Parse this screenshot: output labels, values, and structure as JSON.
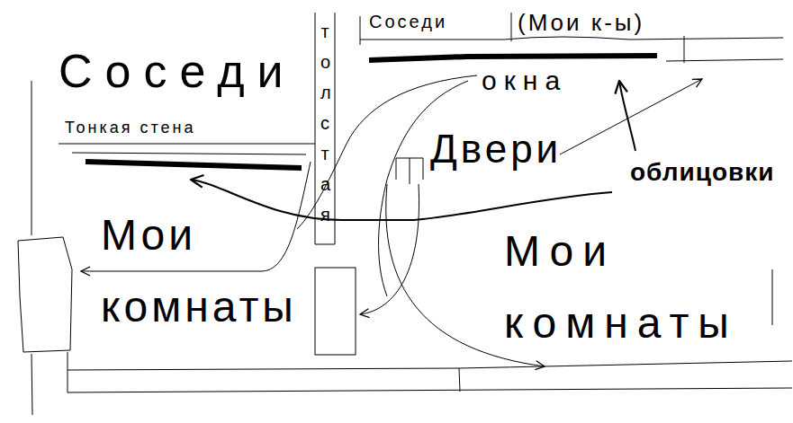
{
  "diagram": {
    "labels": [
      "Соседи",
      "Тонкая стена",
      "толстая",
      "Соседи",
      "(Мои к-ы)",
      "окна",
      "Двери",
      "облицовки",
      "Мои комнаты",
      "Мои комнаты"
    ]
  }
}
